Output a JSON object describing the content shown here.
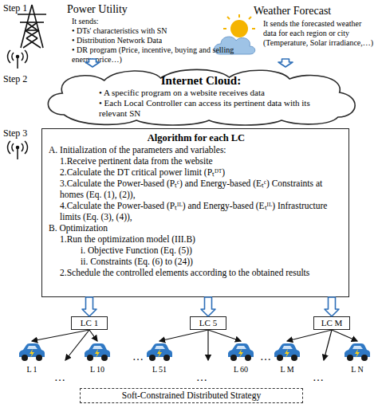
{
  "diagram": {
    "nodes": [
      {
        "text": [
          "Power Utility",
          "It sends:",
          "• DTs' characteristics with SN",
          "• Distribution Network Data",
          "• DR program (Price, incentive, buying and selling energy price…)"
        ]
      },
      {
        "text": [
          "Weather Forecast",
          "It sends the forecasted weather data for each region or city (Temperature, Solar irradiance,…)"
        ]
      },
      {
        "text": [
          "Internet Cloud:",
          "• A specific program on a website receives data",
          "• Each Local Controller can access its pertinent data with its relevant SN"
        ]
      },
      {
        "text": [
          "Algorithm for each LC",
          "A. Initialization of the parameters and variables:",
          "1.Receive pertinent data from the website",
          "2.Calculate the DT critical power limit (Pₜᴰᵀ)",
          "3.Calculate the Power-based (Pₜᶜ) and Energy-based (Eₜᶜ) Constraints at homes (Eq. (1), (2)),",
          "4.Calculate the Power-based (Pₜᴵᴸ) and Energy-based (Eₜᴵᴸ) Infrastructure limits (Eq. (3), (4)),",
          "B. Optimization",
          "1.Run the optimization model (III.B)",
          "i. Objective Function (Eq. (5))",
          "ii. Constraints (Eq. (6) to (24))",
          "2.Schedule the controlled elements according to the obtained results"
        ]
      },
      {
        "text": [
          "LC 1"
        ]
      },
      {
        "text": [
          "LC 5"
        ]
      },
      {
        "text": [
          "LC M"
        ]
      },
      {
        "text": [
          "L 1"
        ]
      },
      {
        "text": [
          "L 10"
        ]
      },
      {
        "text": [
          "L 51"
        ]
      },
      {
        "text": [
          "L 60"
        ]
      },
      {
        "text": [
          "L M"
        ]
      },
      {
        "text": [
          "L N"
        ]
      },
      {
        "text": [
          "Soft-Constrained Distributed Strategy"
        ]
      }
    ],
    "edges": [
      {
        "from": 0,
        "to": 2,
        "arrow": "to"
      },
      {
        "from": 1,
        "to": 2,
        "arrow": "to"
      },
      {
        "from": 3,
        "to": 4,
        "arrow": "to"
      },
      {
        "from": 3,
        "to": 5,
        "arrow": "to"
      },
      {
        "from": 3,
        "to": 6,
        "arrow": "to"
      },
      {
        "from": 4,
        "to": 7,
        "arrow": "to"
      },
      {
        "from": 4,
        "to": 8,
        "arrow": "to"
      },
      {
        "from": 5,
        "to": 9,
        "arrow": "to"
      },
      {
        "from": 5,
        "to": 10,
        "arrow": "to"
      },
      {
        "from": 6,
        "to": 11,
        "arrow": "to"
      },
      {
        "from": 6,
        "to": 12,
        "arrow": "to"
      }
    ],
    "labels": [
      "Step 1",
      "Step 2",
      "Step 3",
      "…",
      "…",
      "…",
      "…",
      "…"
    ]
  }
}
